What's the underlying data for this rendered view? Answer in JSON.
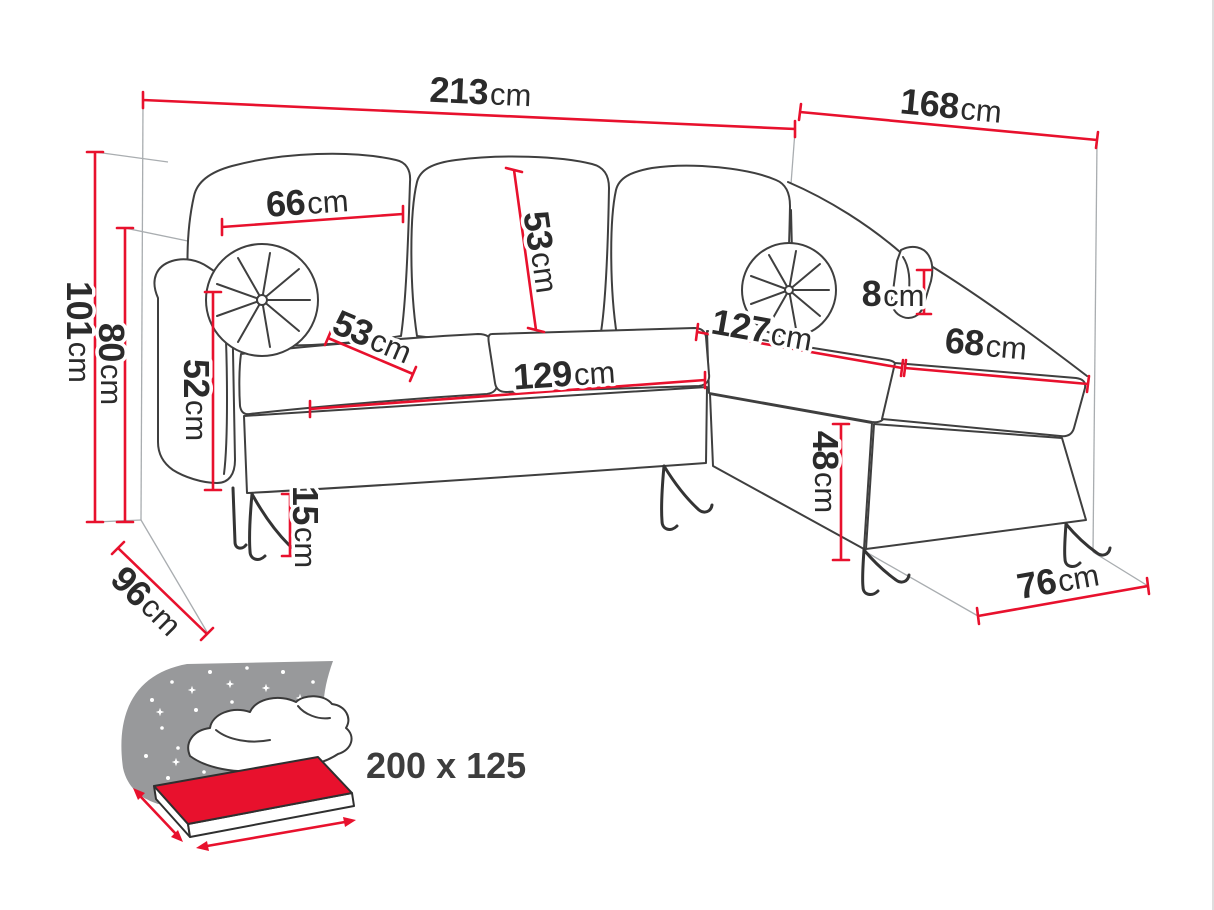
{
  "colors": {
    "dimension_red": "#e8112d",
    "outline_gray": "#3f3f3f",
    "icon_panel_gray": "#98999b",
    "mattress_red": "#e8112d"
  },
  "icons": {
    "sleeping_function": "bed-with-stars-icon"
  },
  "dimensions": {
    "back_width": {
      "value": "213",
      "unit": "cm"
    },
    "side_depth": {
      "value": "168",
      "unit": "cm"
    },
    "total_height": {
      "value": "101",
      "unit": "cm"
    },
    "backrest_height": {
      "value": "80",
      "unit": "cm"
    },
    "armrest_height": {
      "value": "52",
      "unit": "cm"
    },
    "back_cushion_width": {
      "value": "66",
      "unit": "cm"
    },
    "back_cushion_height": {
      "value": "53",
      "unit": "cm"
    },
    "seat_cushion_depth": {
      "value": "53",
      "unit": "cm"
    },
    "seat_width": {
      "value": "129",
      "unit": "cm"
    },
    "corner_seat_width": {
      "value": "127",
      "unit": "cm"
    },
    "chaise_seat_width": {
      "value": "68",
      "unit": "cm"
    },
    "bolster_thickness": {
      "value": "8",
      "unit": "cm"
    },
    "chaise_height": {
      "value": "48",
      "unit": "cm"
    },
    "leg_height": {
      "value": "15",
      "unit": "cm"
    },
    "arm_section_depth": {
      "value": "96",
      "unit": "cm"
    },
    "chaise_depth": {
      "value": "76",
      "unit": "cm"
    }
  },
  "sleeping_area": {
    "label": "200 x 125"
  }
}
